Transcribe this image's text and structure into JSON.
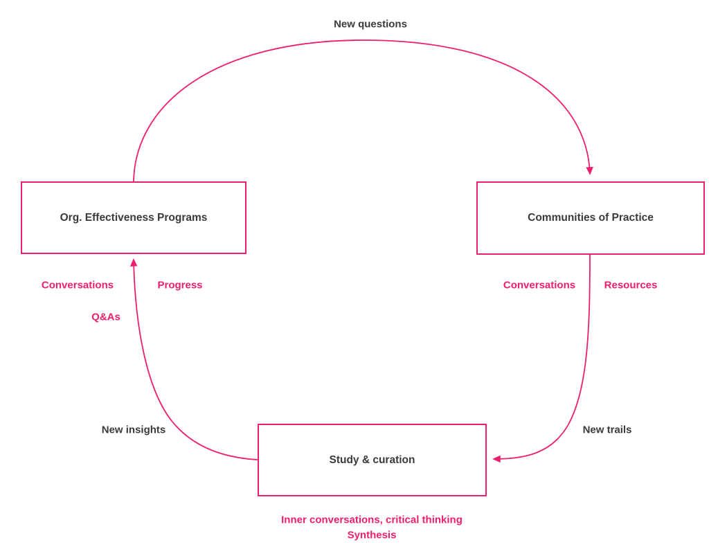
{
  "colors": {
    "accent": "#ED1E6E",
    "text_dark": "#3A3A3A",
    "node_background": "#FFFFFF",
    "page_background": "#FFFFFF"
  },
  "nodes": {
    "org": {
      "label": "Org. Effectiveness Programs"
    },
    "cop": {
      "label": "Communities of Practice"
    },
    "study": {
      "label": "Study & curation"
    }
  },
  "edges": {
    "new_questions": {
      "label": "New questions",
      "from": "Org. Effectiveness Programs",
      "to": "Communities of Practice"
    },
    "new_trails": {
      "label": "New trails",
      "from": "Communities of Practice",
      "to": "Study & curation"
    },
    "new_insights": {
      "label": "New insights",
      "from": "Study & curation",
      "to": "Org. Effectiveness Programs"
    }
  },
  "annotations": {
    "org": {
      "conversations": "Conversations",
      "progress": "Progress",
      "qas": "Q&As"
    },
    "cop": {
      "conversations": "Conversations",
      "resources": "Resources"
    },
    "study": {
      "line1": "Inner conversations, critical thinking",
      "line2": "Synthesis"
    }
  }
}
